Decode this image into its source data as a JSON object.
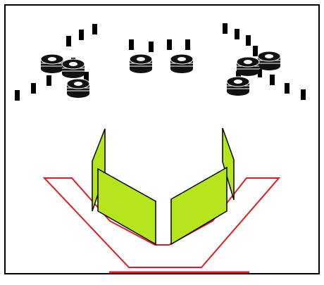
{
  "colors": {
    "background": "#ffffff",
    "frame": "#000000",
    "lane_outline": "#e11b22",
    "flipper_fill": "#b5e61d",
    "flipper_outline": "#000000",
    "bumper_fill": "#111111",
    "bumper_ring": "#ffffff",
    "post": "#000000"
  },
  "playfield": {
    "bumpers": [
      {
        "name": "bumper-left-top"
      },
      {
        "name": "bumper-left-middle"
      },
      {
        "name": "bumper-left-bottom"
      },
      {
        "name": "bumper-center-left"
      },
      {
        "name": "bumper-center-right"
      },
      {
        "name": "bumper-right-top"
      },
      {
        "name": "bumper-right-middle"
      },
      {
        "name": "bumper-right-bottom"
      }
    ],
    "posts_count": 21,
    "flippers": [
      {
        "name": "left-flipper"
      },
      {
        "name": "right-flipper"
      }
    ]
  }
}
